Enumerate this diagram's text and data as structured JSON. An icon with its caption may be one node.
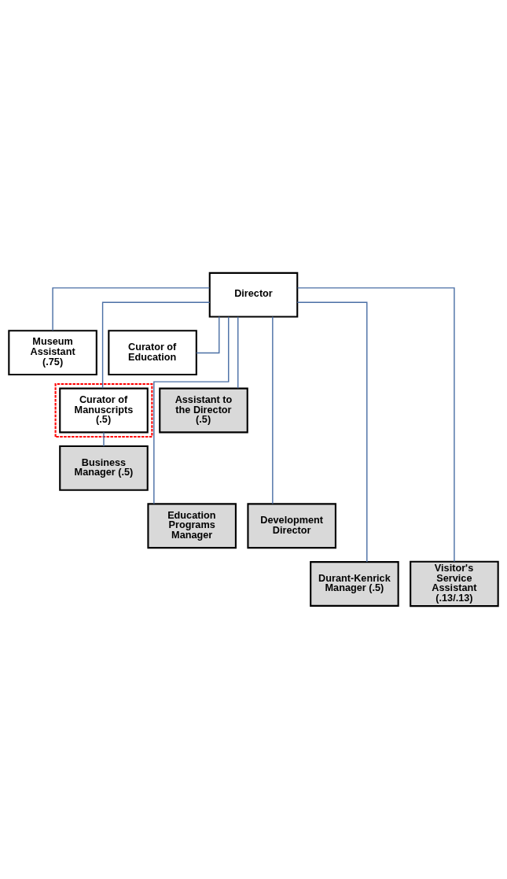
{
  "diagram": {
    "nodes": [
      {
        "text": [
          "Director"
        ]
      },
      {
        "text": [
          "Museum Assistant (.75)"
        ]
      },
      {
        "text": [
          "Curator of Education"
        ]
      },
      {
        "text": [],
        "shape": "box"
      },
      {
        "text": [
          "Curator of Manuscripts (.5)"
        ],
        "in": 3
      },
      {
        "text": [
          "Assistant to the Director (.5)"
        ]
      },
      {
        "text": [
          "Business Manager (.5)"
        ]
      },
      {
        "text": [
          "Education Programs Manager"
        ]
      },
      {
        "text": [
          "Development Director"
        ]
      },
      {
        "text": [
          "Durant-Kenrick Manager (.5)"
        ]
      },
      {
        "text": [
          "Visitor's Service Assistant (.13/.13)"
        ]
      }
    ],
    "edges": [
      {
        "from": 0,
        "to": 1,
        "arrow": "none"
      },
      {
        "from": 0,
        "to": 2,
        "arrow": "none"
      },
      {
        "from": 0,
        "to": 4,
        "arrow": "none"
      },
      {
        "from": 0,
        "to": 5,
        "arrow": "none"
      },
      {
        "from": 4,
        "to": 6,
        "arrow": "none"
      },
      {
        "from": 0,
        "to": 7,
        "arrow": "none"
      },
      {
        "from": 0,
        "to": 8,
        "arrow": "none"
      },
      {
        "from": 0,
        "to": 9,
        "arrow": "none"
      },
      {
        "from": 0,
        "to": 10,
        "arrow": "none"
      }
    ]
  }
}
